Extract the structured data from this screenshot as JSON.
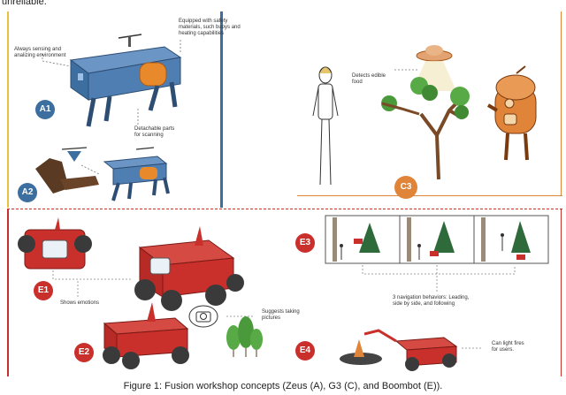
{
  "top_text": "unreliable.",
  "caption": "Figure 1: Fusion workshop concepts (Zeus (A), G3 (C), and Boombot (E)).",
  "panel_a": {
    "badge_a1": "A1",
    "badge_a2": "A2",
    "note_sensing": "Always sensing and\nanalizing environment",
    "note_safety": "Equipped with safety\nmaterials, such buoys and\nheating capabilities",
    "note_detachable": "Detachable parts\nfor scanning"
  },
  "panel_c": {
    "badge_c3": "C3",
    "note_food": "Detects edible\nfood"
  },
  "panel_e": {
    "badge_e1": "E1",
    "badge_e2": "E2",
    "badge_e3": "E3",
    "badge_e4": "E4",
    "note_emotions": "Shows emotions",
    "note_pictures": "Suggests taking\npictures",
    "note_navigation": "3 navigation behaviors: Leading,\nside by side, and following",
    "note_fires": "Can light fires\nfor users."
  },
  "colors": {
    "zeus_blue": "#3d6ea0",
    "g3_orange": "#e0843a",
    "boombot_red": "#c9302c"
  }
}
